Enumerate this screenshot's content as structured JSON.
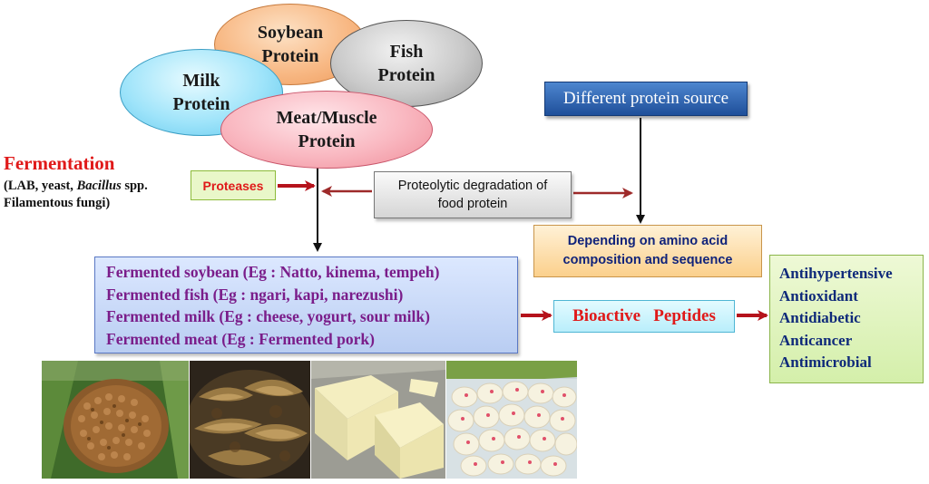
{
  "proteins": {
    "soybean": [
      "Soybean",
      "Protein"
    ],
    "milk": [
      "Milk",
      "Protein"
    ],
    "fish": [
      "Fish",
      "Protein"
    ],
    "meat": [
      "Meat/Muscle",
      "Protein"
    ]
  },
  "different_source": "Different protein source",
  "fermentation": {
    "title": "Fermentation",
    "sub_line1_pre": "(LAB, yeast, ",
    "sub_line1_italic": "Bacillus",
    "sub_line1_post": " spp.",
    "sub_line2": "Filamentous fungi)"
  },
  "proteases": "Proteases",
  "degradation": [
    "Proteolytic degradation of",
    "food protein"
  ],
  "amino_acid": [
    "Depending on amino acid",
    "composition and sequence"
  ],
  "fermented_foods": [
    "Fermented soybean (Eg : Natto,  kinema, tempeh)",
    "Fermented fish (Eg : ngari, kapi, narezushi)",
    "Fermented milk (Eg : cheese, yogurt, sour milk)",
    "Fermented meat (Eg : Fermented pork)"
  ],
  "bioactive": "Bioactive   Peptides",
  "activities": [
    "Antihypertensive",
    "Antioxidant",
    "Antidiabetic",
    "Anticancer",
    "Antimicrobial"
  ],
  "colors": {
    "red_text": "#e01a1a",
    "purple_text": "#7a1d8a",
    "navy_text": "#0f2a7a",
    "arrow_red": "#b5121b",
    "arrow_dark_red": "#9e2a2a"
  }
}
